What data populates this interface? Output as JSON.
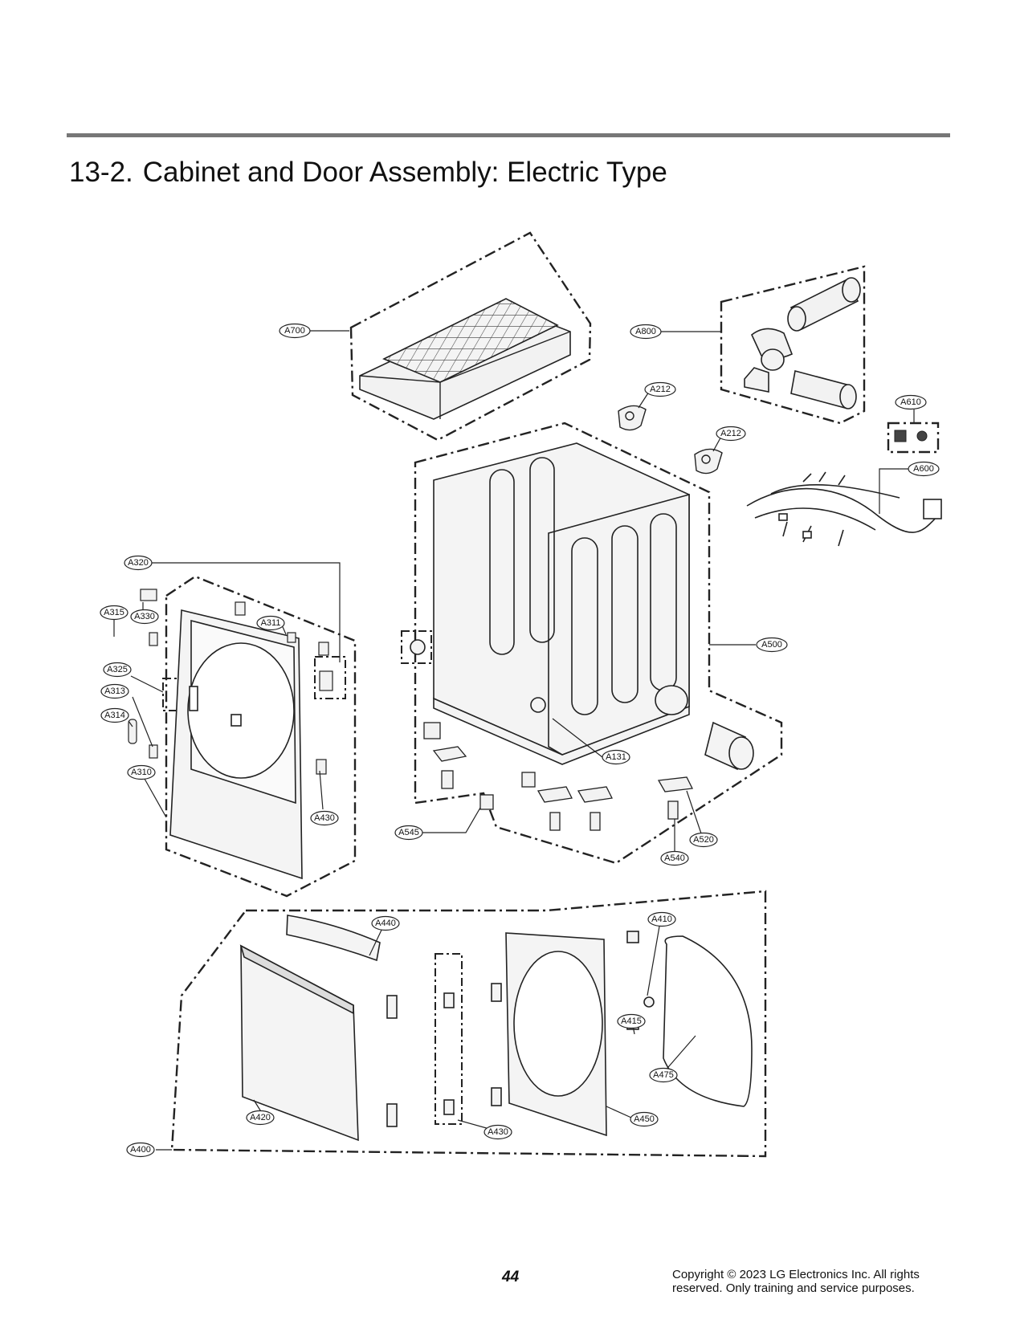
{
  "header": {
    "section_number": "13-2.",
    "section_title": "Cabinet and Door Assembly: Electric Type"
  },
  "callouts": {
    "a700": "A700",
    "a800": "A800",
    "a212_1": "A212",
    "a212_2": "A212",
    "a610": "A610",
    "a600": "A600",
    "a320": "A320",
    "a315": "A315",
    "a330": "A330",
    "a311": "A311",
    "a325": "A325",
    "a313": "A313",
    "a314": "A314",
    "a310": "A310",
    "a430_top": "A430",
    "a500": "A500",
    "a131": "A131",
    "a545": "A545",
    "a520": "A520",
    "a540": "A540",
    "a440": "A440",
    "a410": "A410",
    "a415": "A415",
    "a475": "A475",
    "a420": "A420",
    "a430_bottom": "A430",
    "a450": "A450",
    "a400": "A400"
  },
  "footer": {
    "page_number": "44",
    "copyright_line1": "Copyright © 2023 LG Electronics Inc. All rights",
    "copyright_line2": "reserved. Only training and service purposes."
  },
  "colors": {
    "rule": "#777777",
    "line": "#222222",
    "part_fill": "#f2f2f2"
  }
}
